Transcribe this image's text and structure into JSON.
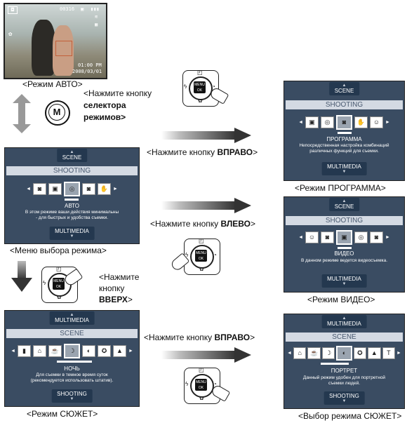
{
  "lcd": {
    "counter": "00316",
    "time": "01:00 PM",
    "date": "2008/03/01"
  },
  "captions": {
    "auto": "<Режим АВТО>",
    "press_selector_1": "<Нажмите кнопку",
    "press_selector_2": "селектора",
    "press_selector_3": "режимов>",
    "right1_pre": "<Нажмите кнопку ",
    "right1_b": "ВПРАВО",
    "right1_post": ">",
    "left_pre": "<Нажмите кнопку ",
    "left_b": "ВЛЕВО",
    "left_post": ">",
    "right2_pre": "<Нажмите кнопку ",
    "right2_b": "ВПРАВО",
    "right2_post": ">",
    "up_1": "<Нажмите",
    "up_2": "кнопку",
    "up_3": "ВВЕРХ",
    "up_4": ">",
    "mode_menu": "<Меню выбора режима>",
    "program": "<Режим ПРОГРАММА>",
    "video": "<Режим ВИДЕО>",
    "scene_mode": "<Режим СЮЖЕТ>",
    "scene_select": "<Выбор режима СЮЖЕТ>",
    "m_button": "M"
  },
  "dial": {
    "ok_1": "MENU",
    "ok_2": "OK"
  },
  "screen_main": {
    "top": "SCENE",
    "bar": "SHOOTING",
    "name": "АВТО",
    "desc_1": "В этом режиме ваши действия минимальны",
    "desc_2": "- для быстрых и удобства съемки.",
    "bottom": "MULTIMEDIA"
  },
  "screen_program": {
    "top": "SCENE",
    "bar": "SHOOTING",
    "name": "ПРОГРАММА",
    "desc_1": "Непосредственная настройка комбинаций",
    "desc_2": "различных функций для съемки.",
    "bottom": "MULTIMEDIA"
  },
  "screen_video": {
    "top": "SCENE",
    "bar": "SHOOTING",
    "name": "ВИДЕО",
    "desc_1": "В данном режиме ведется видеосъемка.",
    "bottom": "MULTIMEDIA"
  },
  "screen_night": {
    "top": "MULTIMEDIA",
    "bar": "SCENE",
    "name": "НОЧЬ",
    "desc_1": "Для съемки в темное время суток",
    "desc_2": "(рекомендуется использовать штатив).",
    "bottom": "SHOOTING"
  },
  "screen_portrait": {
    "top": "MULTIMEDIA",
    "bar": "SCENE",
    "name": "ПОРТРЕТ",
    "desc_1": "Данный режим удобен для портретной",
    "desc_2": "съемки людей.",
    "bottom": "SHOOTING"
  }
}
